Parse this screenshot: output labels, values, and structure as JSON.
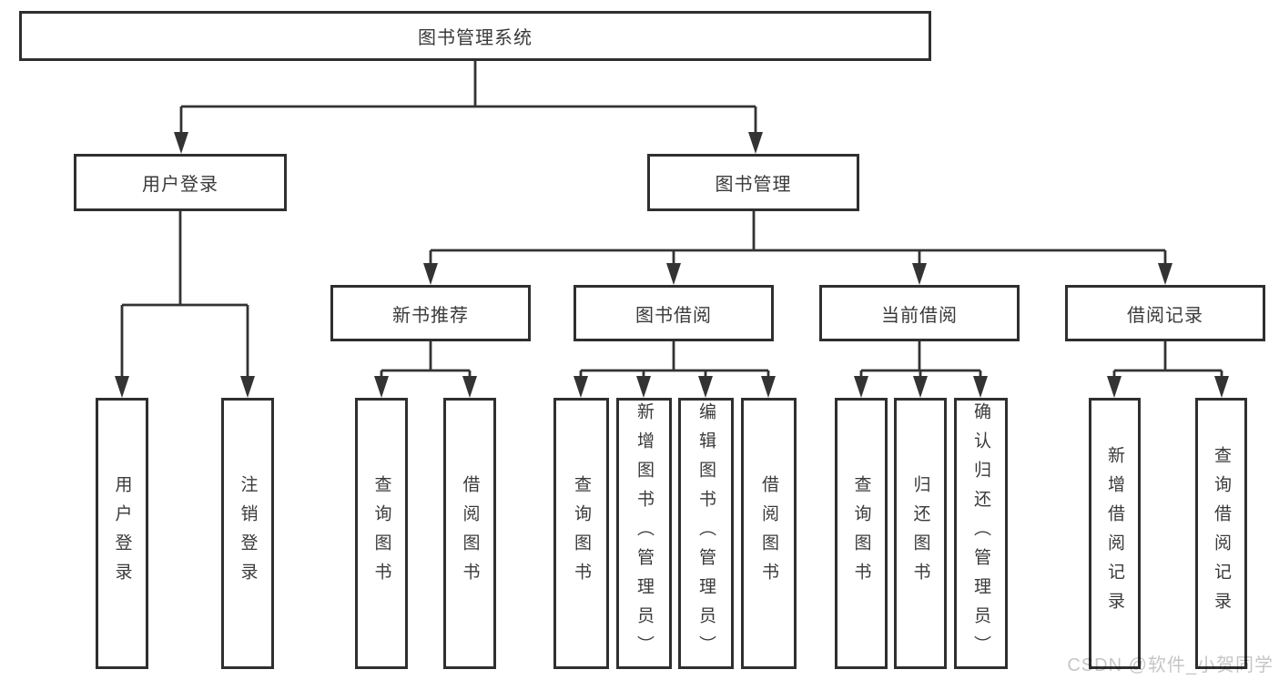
{
  "root": {
    "label": "图书管理系统"
  },
  "branches": {
    "user_login": {
      "label": "用户登录",
      "children": [
        {
          "label": "用户登录"
        },
        {
          "label": "注销登录"
        }
      ]
    },
    "book_management": {
      "label": "图书管理",
      "children": [
        {
          "label": "新书推荐",
          "children": [
            {
              "label": "查询图书"
            },
            {
              "label": "借阅图书"
            }
          ]
        },
        {
          "label": "图书借阅",
          "children": [
            {
              "label": "查询图书"
            },
            {
              "label": "新增图书（管理员）"
            },
            {
              "label": "编辑图书（管理员）"
            },
            {
              "label": "借阅图书"
            }
          ]
        },
        {
          "label": "当前借阅",
          "children": [
            {
              "label": "查询图书"
            },
            {
              "label": "归还图书"
            },
            {
              "label": "确认归还（管理员）"
            }
          ]
        },
        {
          "label": "借阅记录",
          "children": [
            {
              "label": "新增借阅记录"
            },
            {
              "label": "查询借阅记录"
            }
          ]
        }
      ]
    }
  },
  "watermark": "CSDN @软件_小贺同学",
  "colors": {
    "line": "#333333",
    "box_border": "#2f2f2f",
    "text": "#3a3a3a",
    "watermark": "#c6c6c6",
    "background": "#ffffff"
  }
}
